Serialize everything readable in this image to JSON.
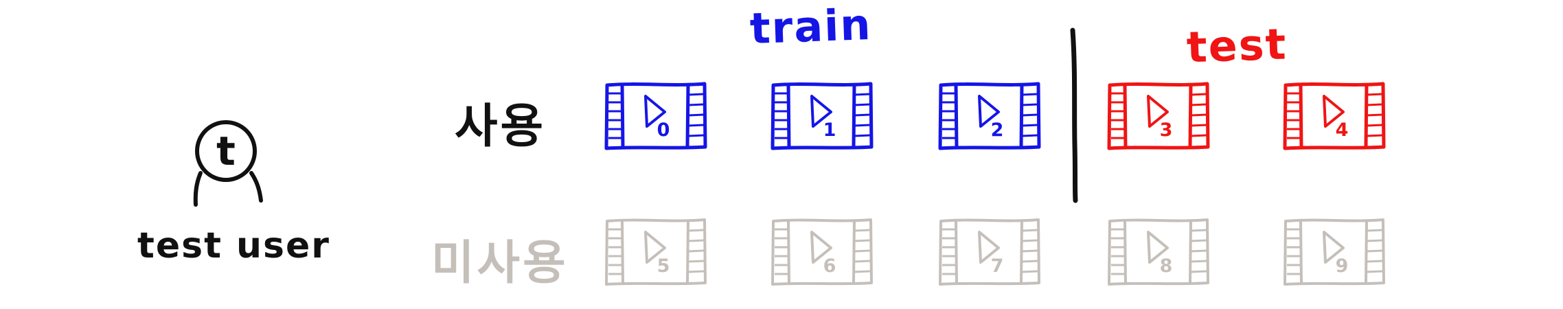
{
  "user": {
    "initial": "t",
    "label": "test user"
  },
  "sections": {
    "train": "train",
    "test": "test"
  },
  "rows": {
    "used": "사용",
    "unused": "미사용"
  },
  "colors": {
    "train": "#1515e6",
    "test": "#f01414",
    "unused": "#c5bfba",
    "ink": "#111111"
  },
  "videos": {
    "used": [
      {
        "number": "0",
        "group": "train"
      },
      {
        "number": "1",
        "group": "train"
      },
      {
        "number": "2",
        "group": "train"
      },
      {
        "number": "3",
        "group": "test"
      },
      {
        "number": "4",
        "group": "test"
      }
    ],
    "unused": [
      {
        "number": "5",
        "group": "unused"
      },
      {
        "number": "6",
        "group": "unused"
      },
      {
        "number": "7",
        "group": "unused"
      },
      {
        "number": "8",
        "group": "unused"
      },
      {
        "number": "9",
        "group": "unused"
      }
    ]
  }
}
